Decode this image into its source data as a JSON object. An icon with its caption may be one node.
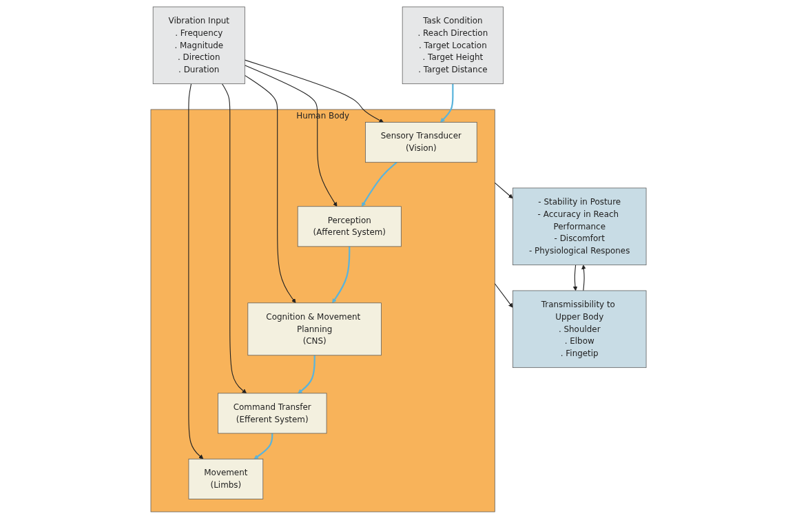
{
  "diagram": {
    "nodes": [
      {
        "text": [
          "Vibration Input",
          ". Frequency",
          ". Magnitude",
          ". Direction",
          ". Duration"
        ]
      },
      {
        "text": [
          "Task Condition",
          ". Reach Direction",
          ". Target Location",
          ". Target Height",
          ". Target Distance"
        ]
      },
      {
        "text": [
          "Human Body"
        ]
      },
      {
        "text": [
          "Sensory Transducer",
          "(Vision)"
        ],
        "in": 2
      },
      {
        "text": [
          "Perception",
          "(Afferent System)"
        ],
        "in": 2
      },
      {
        "text": [
          "Cognition & Movement Planning",
          "(CNS)"
        ],
        "in": 2
      },
      {
        "text": [
          "Command Transfer",
          "(Efferent System)"
        ],
        "in": 2
      },
      {
        "text": [
          "Movement",
          "(Limbs)"
        ],
        "in": 2
      },
      {
        "text": [
          "- Stability in Posture",
          "- Accuracy in Reach Performance",
          "- Discomfort",
          "- Physiological Respones"
        ]
      },
      {
        "text": [
          "Transmissibility to Upper Body",
          ". Shoulder",
          ". Elbow",
          ". Fingetip"
        ]
      }
    ],
    "edges": [
      {
        "from": 0,
        "to": 3,
        "arrow": "to"
      },
      {
        "from": 0,
        "to": 4,
        "arrow": "to"
      },
      {
        "from": 0,
        "to": 5,
        "arrow": "to"
      },
      {
        "from": 0,
        "to": 6,
        "arrow": "to"
      },
      {
        "from": 0,
        "to": 7,
        "arrow": "to"
      },
      {
        "from": 1,
        "to": 3,
        "arrow": "to",
        "color": "#5ab4dc"
      },
      {
        "from": 3,
        "to": 4,
        "arrow": "to",
        "color": "#5ab4dc"
      },
      {
        "from": 4,
        "to": 5,
        "arrow": "to",
        "color": "#5ab4dc"
      },
      {
        "from": 5,
        "to": 6,
        "arrow": "to",
        "color": "#5ab4dc"
      },
      {
        "from": 6,
        "to": 7,
        "arrow": "to",
        "color": "#5ab4dc"
      },
      {
        "from": 2,
        "to": 8,
        "arrow": "to"
      },
      {
        "from": 2,
        "to": 9,
        "arrow": "to"
      },
      {
        "from": 8,
        "to": 9,
        "arrow": "to"
      },
      {
        "from": 9,
        "to": 8,
        "arrow": "to"
      }
    ]
  }
}
